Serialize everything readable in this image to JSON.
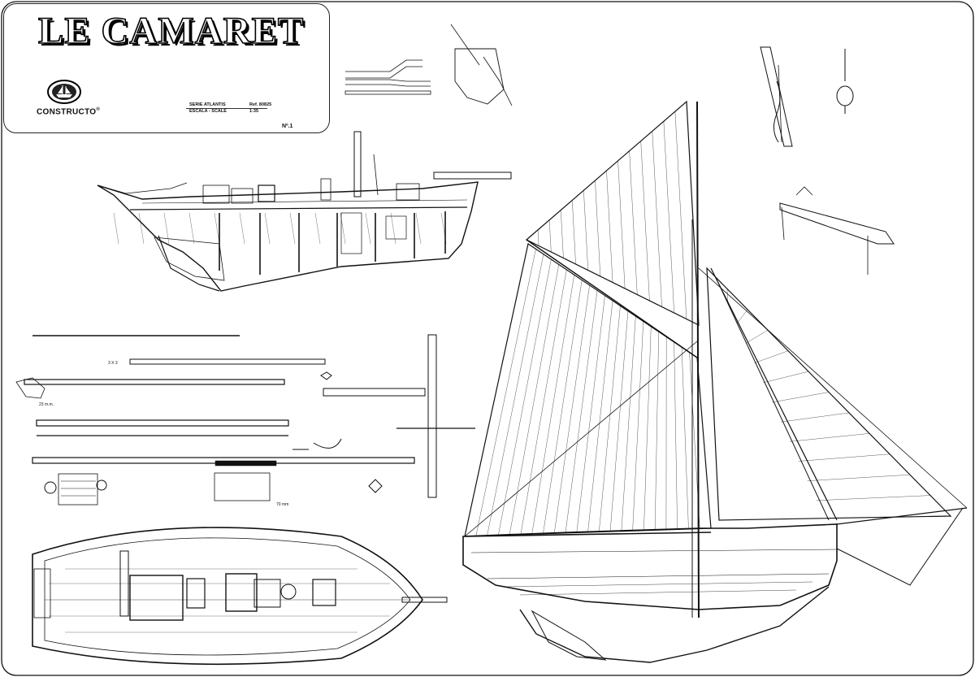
{
  "title_block": {
    "title": "LE CAMARET",
    "brand": "CONSTRUCTO",
    "registered_mark": "®",
    "serie_label": "SERIE ATLANTIS",
    "ref_label": "Ref. 80825",
    "escala_label": "ESCALA - SCALE",
    "scale_value": "1:35",
    "sheet_number": "Nº.1"
  },
  "dimension_labels": {
    "dim_3x3": "3 X 3",
    "dim_23mm": "23 m.m.",
    "dim_70mm": "70 mm"
  },
  "colors": {
    "ink": "#111111",
    "paper": "#ffffff"
  }
}
